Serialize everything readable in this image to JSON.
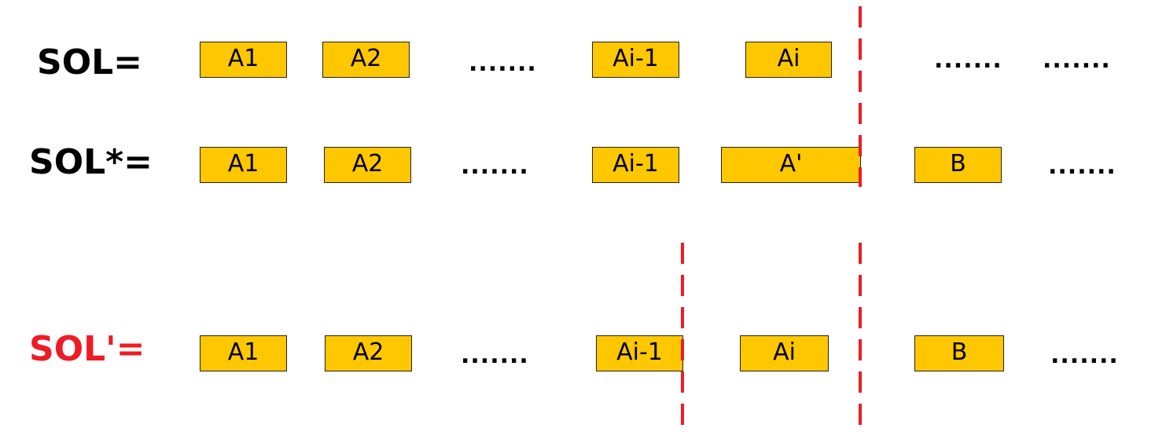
{
  "colors": {
    "box_fill": "#FFC700",
    "dash": "#EE1C25",
    "text": "#000000",
    "highlight_label": "#EE1C25"
  },
  "rows": [
    {
      "label": "SOL=",
      "items": [
        "A1",
        "A2",
        ".......",
        "Ai-1",
        "Ai",
        ".......",
        "......."
      ]
    },
    {
      "label": "SOL*=",
      "items": [
        "A1",
        "A2",
        ".......",
        "Ai-1",
        "A'",
        "B",
        "......."
      ]
    },
    {
      "label": "SOL'=",
      "items": [
        "A1",
        "A2",
        ".......",
        "Ai-1",
        "Ai",
        "B",
        "......."
      ]
    }
  ]
}
